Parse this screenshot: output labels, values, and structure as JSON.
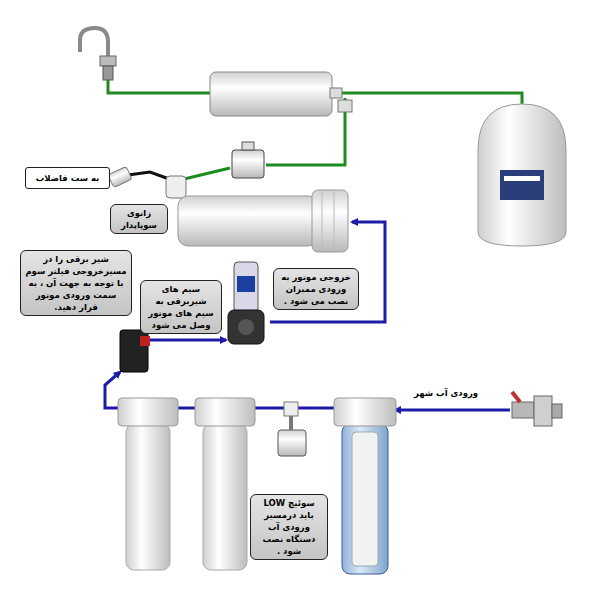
{
  "diagram": {
    "nodes": [
      {
        "text": [
          "به ست فاضلاب"
        ]
      },
      {
        "text": [
          "زانوی سوپاپدار"
        ]
      },
      {
        "text": [
          "شیر برقی را در مسیرخروجی فیلتر سوم با توجه به جهت آن ، به سمت ورودی موتور قرار دهید."
        ]
      },
      {
        "text": [
          "خروجی موتور به ورودی ممبران نصب می شود ."
        ]
      },
      {
        "text": [
          "سیم های شیربرقی به سیم های موتور وصل می شود"
        ]
      },
      {
        "text": [
          "سوئیچ LOW باید درمسیر ورودی آب دستگاه نصب شود ."
        ]
      }
    ],
    "labels": [
      "ورودی آب شهر"
    ]
  }
}
